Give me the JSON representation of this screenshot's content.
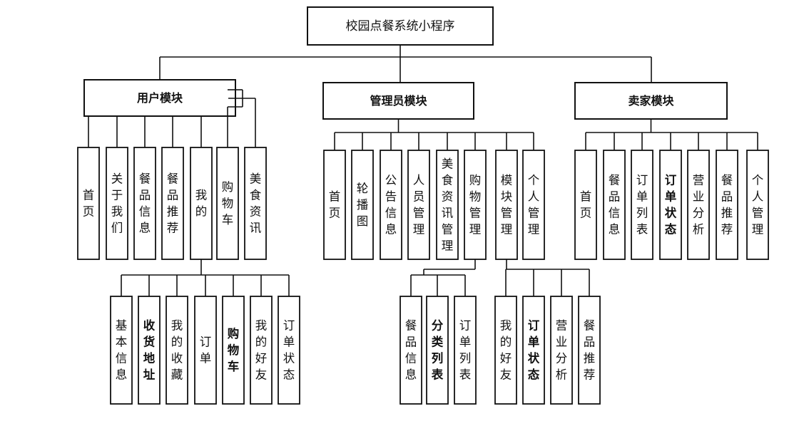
{
  "title": "校园点餐系统小程序",
  "modules": [
    {
      "id": "user",
      "label": "用户模块",
      "children": [
        {
          "label": "首页"
        },
        {
          "label": "关于我们"
        },
        {
          "label": "餐品信息"
        },
        {
          "label": "餐品推荐"
        },
        {
          "label": "我的",
          "children": [
            {
              "label": "基本信息"
            },
            {
              "label": "收货地址",
              "bold": true
            },
            {
              "label": "我的收藏"
            },
            {
              "label": "订单"
            },
            {
              "label": "购物车",
              "bold": true
            },
            {
              "label": "我的好友"
            },
            {
              "label": "订单状态"
            }
          ]
        },
        {
          "label": "购物车"
        },
        {
          "label": "美食资讯"
        }
      ]
    },
    {
      "id": "admin",
      "label": "管理员模块",
      "children": [
        {
          "label": "首页"
        },
        {
          "label": "轮播图"
        },
        {
          "label": "公告信息"
        },
        {
          "label": "人员管理"
        },
        {
          "label": "美食资讯管理"
        },
        {
          "label": "购物管理",
          "children": [
            {
              "label": "餐品信息"
            },
            {
              "label": "分类列表",
              "bold": true
            },
            {
              "label": "订单列表"
            }
          ]
        },
        {
          "label": "模块管理",
          "children": [
            {
              "label": "我的好友"
            },
            {
              "label": "订单状态",
              "bold": true
            },
            {
              "label": "营业分析"
            },
            {
              "label": "餐品推荐"
            }
          ]
        },
        {
          "label": "个人管理"
        }
      ]
    },
    {
      "id": "seller",
      "label": "卖家模块",
      "children": [
        {
          "label": "首页"
        },
        {
          "label": "餐品信息"
        },
        {
          "label": "订单列表"
        },
        {
          "label": "订单状态",
          "bold": true
        },
        {
          "label": "营业分析"
        },
        {
          "label": "餐品推荐"
        },
        {
          "label": "个人管理"
        }
      ]
    }
  ]
}
